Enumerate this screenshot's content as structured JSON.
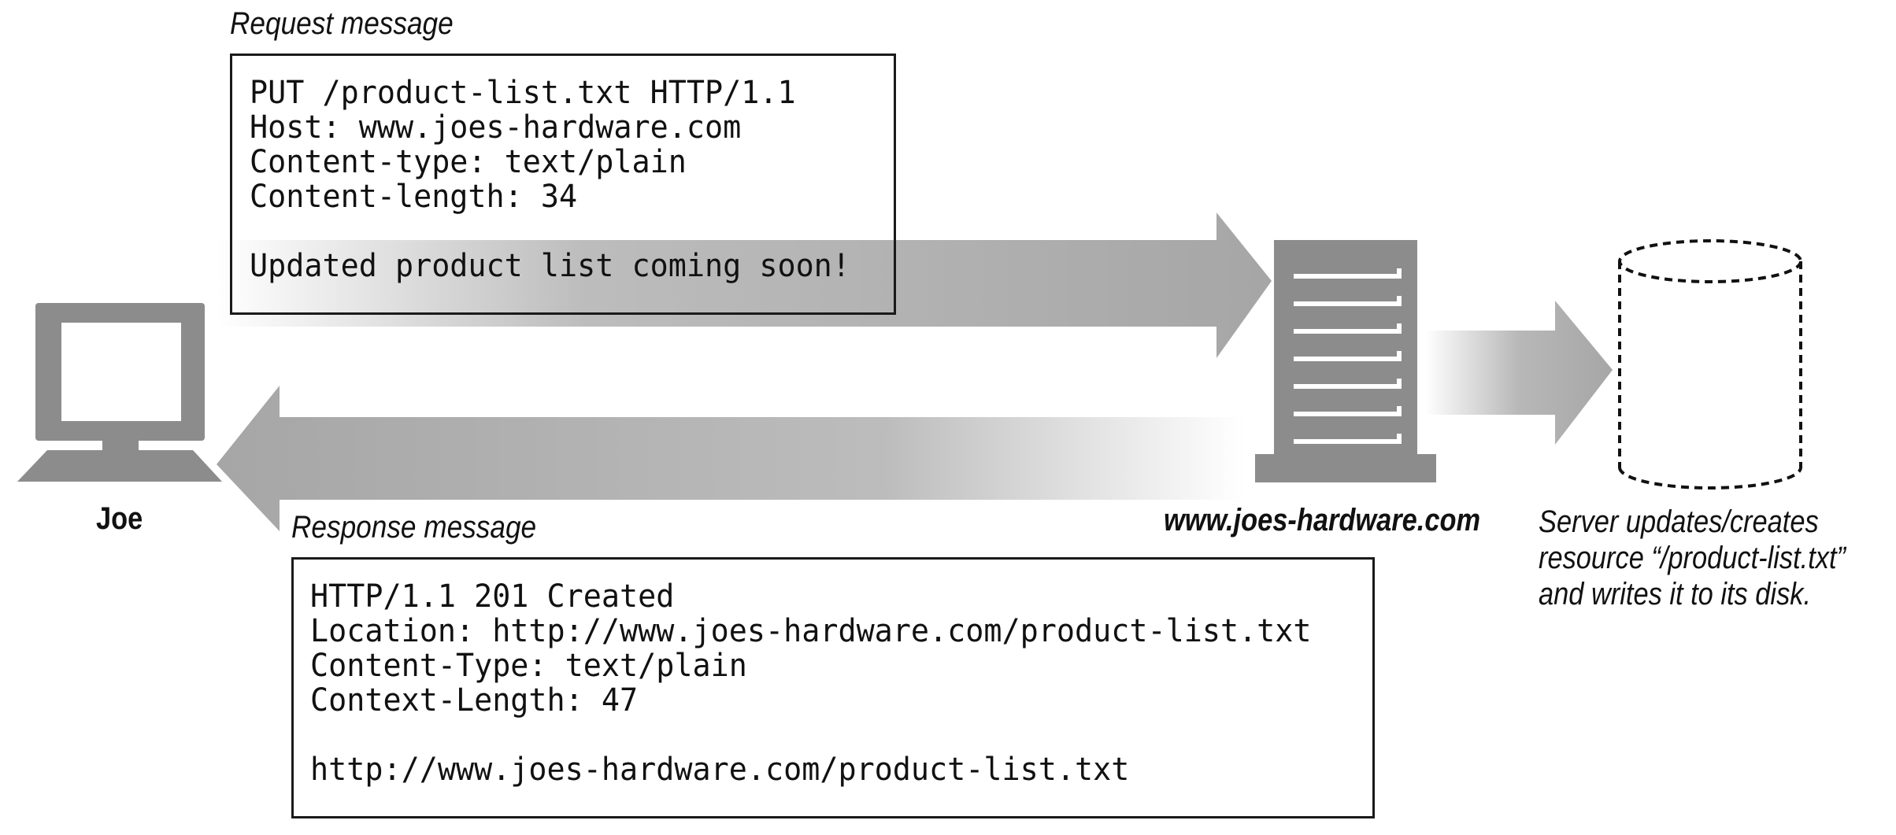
{
  "request": {
    "caption": "Request message",
    "lines": [
      "PUT /product-list.txt HTTP/1.1",
      "Host: www.joes-hardware.com",
      "Content-type: text/plain",
      "Content-length: 34",
      "",
      "Updated product list coming soon!"
    ]
  },
  "response": {
    "caption": "Response message",
    "lines": [
      "HTTP/1.1 201 Created",
      "Location: http://www.joes-hardware.com/product-list.txt",
      "Content-Type: text/plain",
      "Context-Length: 47",
      "",
      "http://www.joes-hardware.com/product-list.txt"
    ]
  },
  "client": {
    "label": "Joe",
    "icon": "computer-icon"
  },
  "server": {
    "label": "www.joes-hardware.com",
    "icon": "server-icon"
  },
  "disk": {
    "icon": "disk-cylinder-icon",
    "note": [
      "Server updates/creates",
      "resource “/product-list.txt”",
      "and writes it to its disk."
    ]
  },
  "colors": {
    "arrow": "#a6a6a6",
    "device": "#8c8c8c",
    "ink": "#111111"
  }
}
